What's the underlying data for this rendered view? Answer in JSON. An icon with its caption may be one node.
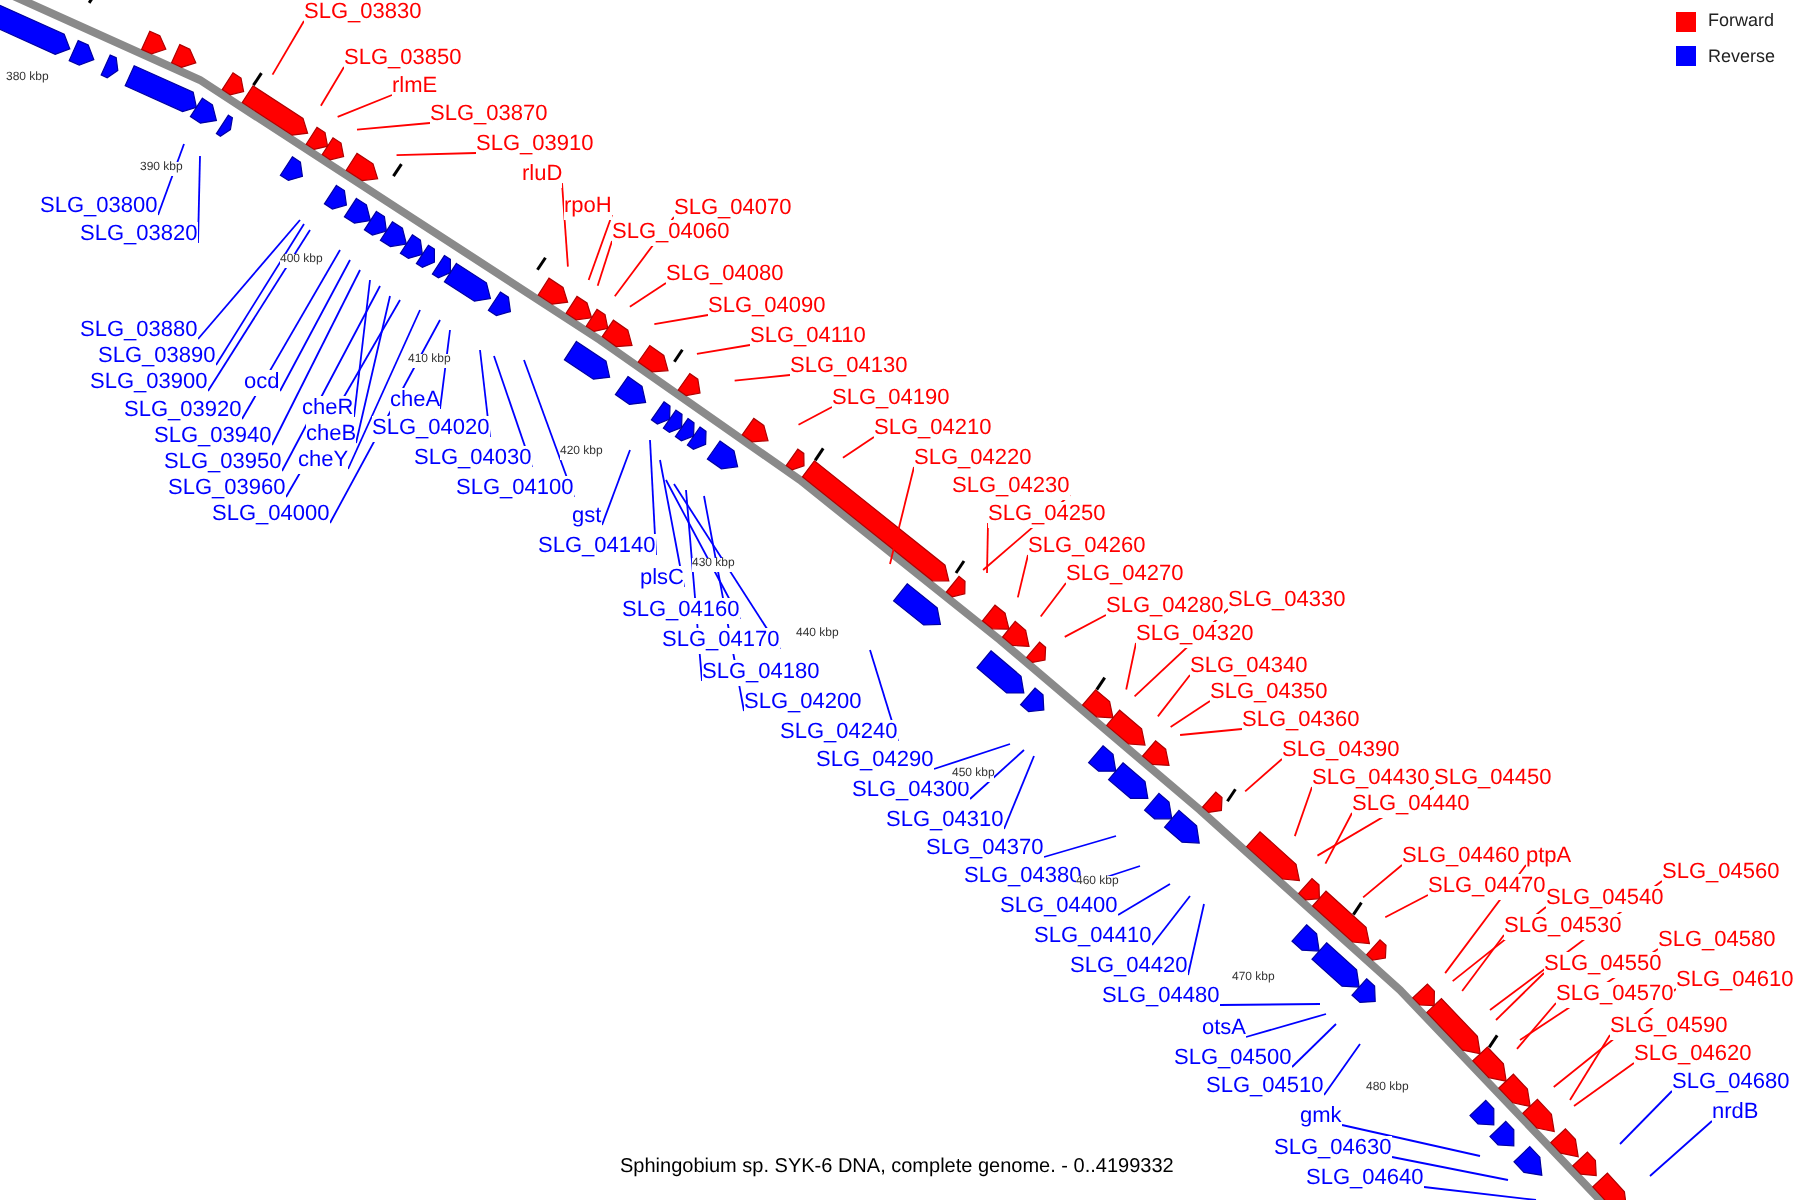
{
  "diagram": {
    "caption": "Sphingobium sp. SYK-6 DNA, complete genome. - 0..4199332",
    "nodes": [
      {
        "text": [
          "SLG_03830"
        ]
      },
      {
        "text": [
          "SLG_03850"
        ]
      },
      {
        "text": [
          "rlmE"
        ]
      },
      {
        "text": [
          "SLG_03870"
        ]
      },
      {
        "text": [
          "SLG_03910"
        ]
      },
      {
        "text": [
          "rluD"
        ]
      },
      {
        "text": [
          "rpoH"
        ]
      },
      {
        "text": [
          "SLG_04060"
        ]
      },
      {
        "text": [
          "SLG_04070"
        ]
      },
      {
        "text": [
          "SLG_04080"
        ]
      },
      {
        "text": [
          "SLG_04090"
        ]
      },
      {
        "text": [
          "SLG_04110"
        ]
      },
      {
        "text": [
          "SLG_04130"
        ]
      },
      {
        "text": [
          "SLG_04190"
        ]
      },
      {
        "text": [
          "SLG_04210"
        ]
      },
      {
        "text": [
          "SLG_04220"
        ]
      },
      {
        "text": [
          "SLG_04230"
        ]
      },
      {
        "text": [
          "SLG_04250"
        ]
      },
      {
        "text": [
          "SLG_04260"
        ]
      },
      {
        "text": [
          "SLG_04270"
        ]
      },
      {
        "text": [
          "SLG_04280"
        ]
      },
      {
        "text": [
          "SLG_04330"
        ]
      },
      {
        "text": [
          "SLG_04320"
        ]
      },
      {
        "text": [
          "SLG_04340"
        ]
      },
      {
        "text": [
          "SLG_04350"
        ]
      },
      {
        "text": [
          "SLG_04360"
        ]
      },
      {
        "text": [
          "SLG_04390"
        ]
      },
      {
        "text": [
          "SLG_04430"
        ]
      },
      {
        "text": [
          "SLG_04450"
        ]
      },
      {
        "text": [
          "SLG_04440"
        ]
      },
      {
        "text": [
          "SLG_04460"
        ]
      },
      {
        "text": [
          "ptpA"
        ]
      },
      {
        "text": [
          "SLG_04470"
        ]
      },
      {
        "text": [
          "SLG_04540"
        ]
      },
      {
        "text": [
          "SLG_04560"
        ]
      },
      {
        "text": [
          "SLG_04530"
        ]
      },
      {
        "text": [
          "SLG_04550"
        ]
      },
      {
        "text": [
          "SLG_04580"
        ]
      },
      {
        "text": [
          "SLG_04570"
        ]
      },
      {
        "text": [
          "SLG_04610"
        ]
      },
      {
        "text": [
          "SLG_04590"
        ]
      },
      {
        "text": [
          "SLG_04620"
        ]
      },
      {
        "text": [
          "SLG_03800"
        ]
      },
      {
        "text": [
          "SLG_03820"
        ]
      },
      {
        "text": [
          "SLG_03880"
        ]
      },
      {
        "text": [
          "SLG_03890"
        ]
      },
      {
        "text": [
          "SLG_03900"
        ]
      },
      {
        "text": [
          "SLG_03920"
        ]
      },
      {
        "text": [
          "ocd"
        ]
      },
      {
        "text": [
          "SLG_03940"
        ]
      },
      {
        "text": [
          "cheR"
        ]
      },
      {
        "text": [
          "SLG_03950"
        ]
      },
      {
        "text": [
          "cheB"
        ]
      },
      {
        "text": [
          "SLG_03960"
        ]
      },
      {
        "text": [
          "cheY"
        ]
      },
      {
        "text": [
          "SLG_04000"
        ]
      },
      {
        "text": [
          "cheA"
        ]
      },
      {
        "text": [
          "SLG_04020"
        ]
      },
      {
        "text": [
          "SLG_04030"
        ]
      },
      {
        "text": [
          "SLG_04100"
        ]
      },
      {
        "text": [
          "gst"
        ]
      },
      {
        "text": [
          "SLG_04140"
        ]
      },
      {
        "text": [
          "plsC"
        ]
      },
      {
        "text": [
          "SLG_04160"
        ]
      },
      {
        "text": [
          "SLG_04170"
        ]
      },
      {
        "text": [
          "SLG_04180"
        ]
      },
      {
        "text": [
          "SLG_04200"
        ]
      },
      {
        "text": [
          "SLG_04240"
        ]
      },
      {
        "text": [
          "SLG_04290"
        ]
      },
      {
        "text": [
          "SLG_04300"
        ]
      },
      {
        "text": [
          "SLG_04310"
        ]
      },
      {
        "text": [
          "SLG_04370"
        ]
      },
      {
        "text": [
          "SLG_04380"
        ]
      },
      {
        "text": [
          "SLG_04400"
        ]
      },
      {
        "text": [
          "SLG_04410"
        ]
      },
      {
        "text": [
          "SLG_04420"
        ]
      },
      {
        "text": [
          "SLG_04480"
        ]
      },
      {
        "text": [
          "otsA"
        ]
      },
      {
        "text": [
          "SLG_04500"
        ]
      },
      {
        "text": [
          "SLG_04510"
        ]
      },
      {
        "text": [
          "gmk"
        ]
      },
      {
        "text": [
          "SLG_04630"
        ]
      },
      {
        "text": [
          "SLG_04640"
        ]
      },
      {
        "text": [
          "SLG_04680"
        ]
      },
      {
        "text": [
          "nrdB"
        ]
      }
    ],
    "edges": [
      {
        "from": 0,
        "to": null,
        "arrow": "none",
        "color": "#ff0000"
      },
      {
        "from": 1,
        "to": null,
        "arrow": "none",
        "color": "#ff0000"
      },
      {
        "from": 2,
        "to": null,
        "arrow": "none",
        "color": "#ff0000"
      },
      {
        "from": 3,
        "to": null,
        "arrow": "none",
        "color": "#ff0000"
      },
      {
        "from": 4,
        "to": null,
        "arrow": "none",
        "color": "#ff0000"
      },
      {
        "from": 5,
        "to": null,
        "arrow": "none",
        "color": "#ff0000"
      },
      {
        "from": 6,
        "to": null,
        "arrow": "none",
        "color": "#ff0000"
      },
      {
        "from": 7,
        "to": null,
        "arrow": "none",
        "color": "#ff0000"
      },
      {
        "from": 8,
        "to": null,
        "arrow": "none",
        "color": "#ff0000"
      },
      {
        "from": 9,
        "to": null,
        "arrow": "none",
        "color": "#ff0000"
      },
      {
        "from": 10,
        "to": null,
        "arrow": "none",
        "color": "#ff0000"
      },
      {
        "from": 11,
        "to": null,
        "arrow": "none",
        "color": "#ff0000"
      },
      {
        "from": 12,
        "to": null,
        "arrow": "none",
        "color": "#ff0000"
      },
      {
        "from": 13,
        "to": null,
        "arrow": "none",
        "color": "#ff0000"
      },
      {
        "from": 14,
        "to": null,
        "arrow": "none",
        "color": "#ff0000"
      },
      {
        "from": 15,
        "to": null,
        "arrow": "none",
        "color": "#ff0000"
      },
      {
        "from": 16,
        "to": null,
        "arrow": "none",
        "color": "#ff0000"
      },
      {
        "from": 17,
        "to": null,
        "arrow": "none",
        "color": "#ff0000"
      },
      {
        "from": 18,
        "to": null,
        "arrow": "none",
        "color": "#ff0000"
      },
      {
        "from": 19,
        "to": null,
        "arrow": "none",
        "color": "#ff0000"
      },
      {
        "from": 20,
        "to": null,
        "arrow": "none",
        "color": "#ff0000"
      },
      {
        "from": 21,
        "to": null,
        "arrow": "none",
        "color": "#ff0000"
      },
      {
        "from": 22,
        "to": null,
        "arrow": "none",
        "color": "#ff0000"
      },
      {
        "from": 23,
        "to": null,
        "arrow": "none",
        "color": "#ff0000"
      },
      {
        "from": 24,
        "to": null,
        "arrow": "none",
        "color": "#ff0000"
      },
      {
        "from": 25,
        "to": null,
        "arrow": "none",
        "color": "#ff0000"
      },
      {
        "from": 26,
        "to": null,
        "arrow": "none",
        "color": "#ff0000"
      },
      {
        "from": 27,
        "to": null,
        "arrow": "none",
        "color": "#ff0000"
      },
      {
        "from": 28,
        "to": null,
        "arrow": "none",
        "color": "#ff0000"
      },
      {
        "from": 29,
        "to": null,
        "arrow": "none",
        "color": "#ff0000"
      },
      {
        "from": 30,
        "to": null,
        "arrow": "none",
        "color": "#ff0000"
      },
      {
        "from": 31,
        "to": null,
        "arrow": "none",
        "color": "#ff0000"
      },
      {
        "from": 32,
        "to": null,
        "arrow": "none",
        "color": "#ff0000"
      },
      {
        "from": 33,
        "to": null,
        "arrow": "none",
        "color": "#ff0000"
      },
      {
        "from": 34,
        "to": null,
        "arrow": "none",
        "color": "#ff0000"
      },
      {
        "from": 35,
        "to": null,
        "arrow": "none",
        "color": "#ff0000"
      },
      {
        "from": 36,
        "to": null,
        "arrow": "none",
        "color": "#ff0000"
      },
      {
        "from": 37,
        "to": null,
        "arrow": "none",
        "color": "#ff0000"
      },
      {
        "from": 38,
        "to": null,
        "arrow": "none",
        "color": "#ff0000"
      },
      {
        "from": 39,
        "to": null,
        "arrow": "none",
        "color": "#ff0000"
      },
      {
        "from": 40,
        "to": null,
        "arrow": "none",
        "color": "#ff0000"
      },
      {
        "from": 41,
        "to": null,
        "arrow": "none",
        "color": "#ff0000"
      },
      {
        "from": 42,
        "to": null,
        "arrow": "none",
        "color": "#0000ff"
      },
      {
        "from": 43,
        "to": null,
        "arrow": "none",
        "color": "#0000ff"
      },
      {
        "from": 44,
        "to": null,
        "arrow": "none",
        "color": "#0000ff"
      },
      {
        "from": 45,
        "to": null,
        "arrow": "none",
        "color": "#0000ff"
      },
      {
        "from": 46,
        "to": null,
        "arrow": "none",
        "color": "#0000ff"
      },
      {
        "from": 47,
        "to": null,
        "arrow": "none",
        "color": "#0000ff"
      },
      {
        "from": 48,
        "to": null,
        "arrow": "none",
        "color": "#0000ff"
      },
      {
        "from": 49,
        "to": null,
        "arrow": "none",
        "color": "#0000ff"
      },
      {
        "from": 50,
        "to": null,
        "arrow": "none",
        "color": "#0000ff"
      },
      {
        "from": 51,
        "to": null,
        "arrow": "none",
        "color": "#0000ff"
      },
      {
        "from": 52,
        "to": null,
        "arrow": "none",
        "color": "#0000ff"
      },
      {
        "from": 53,
        "to": null,
        "arrow": "none",
        "color": "#0000ff"
      },
      {
        "from": 54,
        "to": null,
        "arrow": "none",
        "color": "#0000ff"
      },
      {
        "from": 55,
        "to": null,
        "arrow": "none",
        "color": "#0000ff"
      },
      {
        "from": 56,
        "to": null,
        "arrow": "none",
        "color": "#0000ff"
      },
      {
        "from": 57,
        "to": null,
        "arrow": "none",
        "color": "#0000ff"
      },
      {
        "from": 58,
        "to": null,
        "arrow": "none",
        "color": "#0000ff"
      },
      {
        "from": 59,
        "to": null,
        "arrow": "none",
        "color": "#0000ff"
      },
      {
        "from": 60,
        "to": null,
        "arrow": "none",
        "color": "#0000ff"
      },
      {
        "from": 61,
        "to": null,
        "arrow": "none",
        "color": "#0000ff"
      },
      {
        "from": 62,
        "to": null,
        "arrow": "none",
        "color": "#0000ff"
      },
      {
        "from": 63,
        "to": null,
        "arrow": "none",
        "color": "#0000ff"
      },
      {
        "from": 64,
        "to": null,
        "arrow": "none",
        "color": "#0000ff"
      },
      {
        "from": 65,
        "to": null,
        "arrow": "none",
        "color": "#0000ff"
      },
      {
        "from": 66,
        "to": null,
        "arrow": "none",
        "color": "#0000ff"
      },
      {
        "from": 67,
        "to": null,
        "arrow": "none",
        "color": "#0000ff"
      },
      {
        "from": 68,
        "to": null,
        "arrow": "none",
        "color": "#0000ff"
      },
      {
        "from": 69,
        "to": null,
        "arrow": "none",
        "color": "#0000ff"
      },
      {
        "from": 70,
        "to": null,
        "arrow": "none",
        "color": "#0000ff"
      },
      {
        "from": 71,
        "to": null,
        "arrow": "none",
        "color": "#0000ff"
      },
      {
        "from": 72,
        "to": null,
        "arrow": "none",
        "color": "#0000ff"
      },
      {
        "from": 73,
        "to": null,
        "arrow": "none",
        "color": "#0000ff"
      },
      {
        "from": 74,
        "to": null,
        "arrow": "none",
        "color": "#0000ff"
      },
      {
        "from": 75,
        "to": null,
        "arrow": "none",
        "color": "#0000ff"
      },
      {
        "from": 76,
        "to": null,
        "arrow": "none",
        "color": "#0000ff"
      },
      {
        "from": 77,
        "to": null,
        "arrow": "none",
        "color": "#0000ff"
      },
      {
        "from": 78,
        "to": null,
        "arrow": "none",
        "color": "#0000ff"
      },
      {
        "from": 79,
        "to": null,
        "arrow": "none",
        "color": "#0000ff"
      },
      {
        "from": 80,
        "to": null,
        "arrow": "none",
        "color": "#0000ff"
      },
      {
        "from": 81,
        "to": null,
        "arrow": "none",
        "color": "#0000ff"
      },
      {
        "from": 82,
        "to": null,
        "arrow": "none",
        "color": "#0000ff"
      },
      {
        "from": 83,
        "to": null,
        "arrow": "none",
        "color": "#0000ff"
      },
      {
        "from": 84,
        "to": null,
        "arrow": "none",
        "color": "#0000ff"
      }
    ],
    "labels": [
      "380 kbp",
      "390 kbp",
      "400 kbp",
      "410 kbp",
      "420 kbp",
      "430 kbp",
      "440 kbp",
      "450 kbp",
      "460 kbp",
      "470 kbp",
      "480 kbp"
    ],
    "legend": [
      {
        "text": "Forward",
        "color": "#ff0000"
      },
      {
        "text": "Reverse",
        "color": "#0000ff"
      }
    ]
  }
}
